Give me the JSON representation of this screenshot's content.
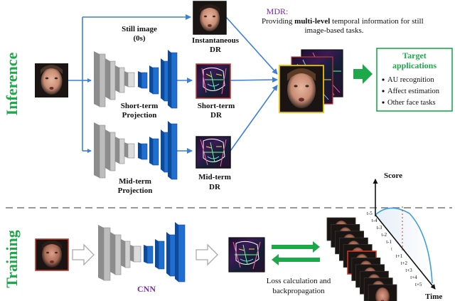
{
  "sections": {
    "inference": "Inference",
    "training": "Training"
  },
  "labels": {
    "still_image_1": "Still image",
    "still_image_2": "(0s)",
    "instantaneous_1": "Instantaneous",
    "instantaneous_2": "DR",
    "short_proj_1": "Short-term",
    "short_proj_2": "Projection",
    "short_dr_1": "Short-term",
    "short_dr_2": "DR",
    "mid_proj_1": "Mid-term",
    "mid_proj_2": "Projection",
    "mid_dr_1": "Mid-term",
    "mid_dr_2": "DR",
    "cnn": "CNN",
    "loss_1": "Loss calculation and",
    "loss_2": "backpropagation"
  },
  "mdr": {
    "title": "MDR:",
    "line1_pre": "Providing ",
    "line1_bold": "multi-level",
    "line1_post": " temporal  information for still",
    "line2": "image-based tasks."
  },
  "target": {
    "title_1": "Target",
    "title_2": "applications",
    "items": [
      "AU recognition",
      "Affect estimation",
      "Other face tasks"
    ]
  },
  "plot": {
    "ylabel": "Score",
    "xlabel": "Time",
    "ticks": [
      "t-5",
      "t-4",
      "t-3",
      "t-2",
      "t-1",
      "t",
      "t+1",
      "t+2",
      "t+3",
      "t+4",
      "t+5"
    ]
  },
  "colors": {
    "green": "#1fa84a",
    "purple": "#7a2aa0",
    "blue_arrow": "#3d7fd4",
    "cnn_blue": "#1e6fd0",
    "cnn_gray": "#b4b4b4",
    "dashed": "#999999",
    "face_border": "#111111"
  }
}
